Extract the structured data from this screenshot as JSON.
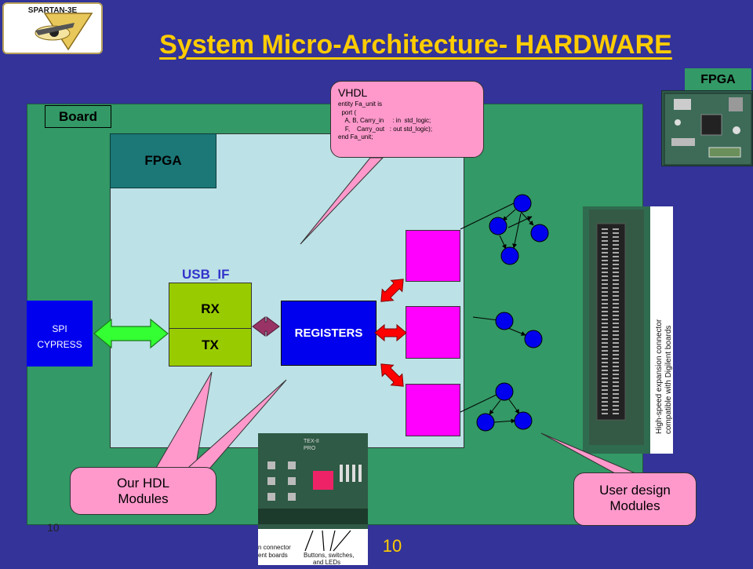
{
  "slide": {
    "title": "System  Micro-Architecture- HARDWARE",
    "page_number": "10",
    "small_number": "10"
  },
  "logo": {
    "text": "SPARTAN-3E"
  },
  "board": {
    "label": "Board"
  },
  "fpga": {
    "label": "FPGA"
  },
  "spi": {
    "line1": "SPI",
    "line2": "CYPRESS"
  },
  "usb_if": {
    "label": "USB_IF",
    "rx": "RX",
    "tx": "TX"
  },
  "registers": {
    "label": "REGISTERS"
  },
  "callouts": {
    "vhdl_title": "VHDL",
    "vhdl_code": "entity Fa_unit is\n  port (\n    A, B, Carry_in     : in  std_logic;\n    F,    Carry_out   : out std_logic);\nend Fa_unit;",
    "hdl_modules": "Our HDL\nModules",
    "user_modules": "User design\nModules"
  },
  "photos": {
    "fpga_label": "FPGA",
    "connector_caption": "High-speed expansion connector\ncompatible with Digilent boards",
    "board_caption_left": "n connector\nent boards",
    "board_caption_right": "Buttons, switches,\nand LEDs",
    "board_silk": "TEX-II\nPRO"
  },
  "colors": {
    "background": "#333399",
    "title": "#ffcc00",
    "board": "#339966",
    "fpga_area": "#bce1e6",
    "fpga_tab": "#1c7777",
    "block_blue": "#0000ee",
    "usb_green": "#99cc00",
    "module_magenta": "#ff00ff",
    "callout_pink": "#ff99cc",
    "arrow_red": "#ff0000",
    "arrow_green": "#33ff33",
    "arrow_maroon": "#993366"
  }
}
